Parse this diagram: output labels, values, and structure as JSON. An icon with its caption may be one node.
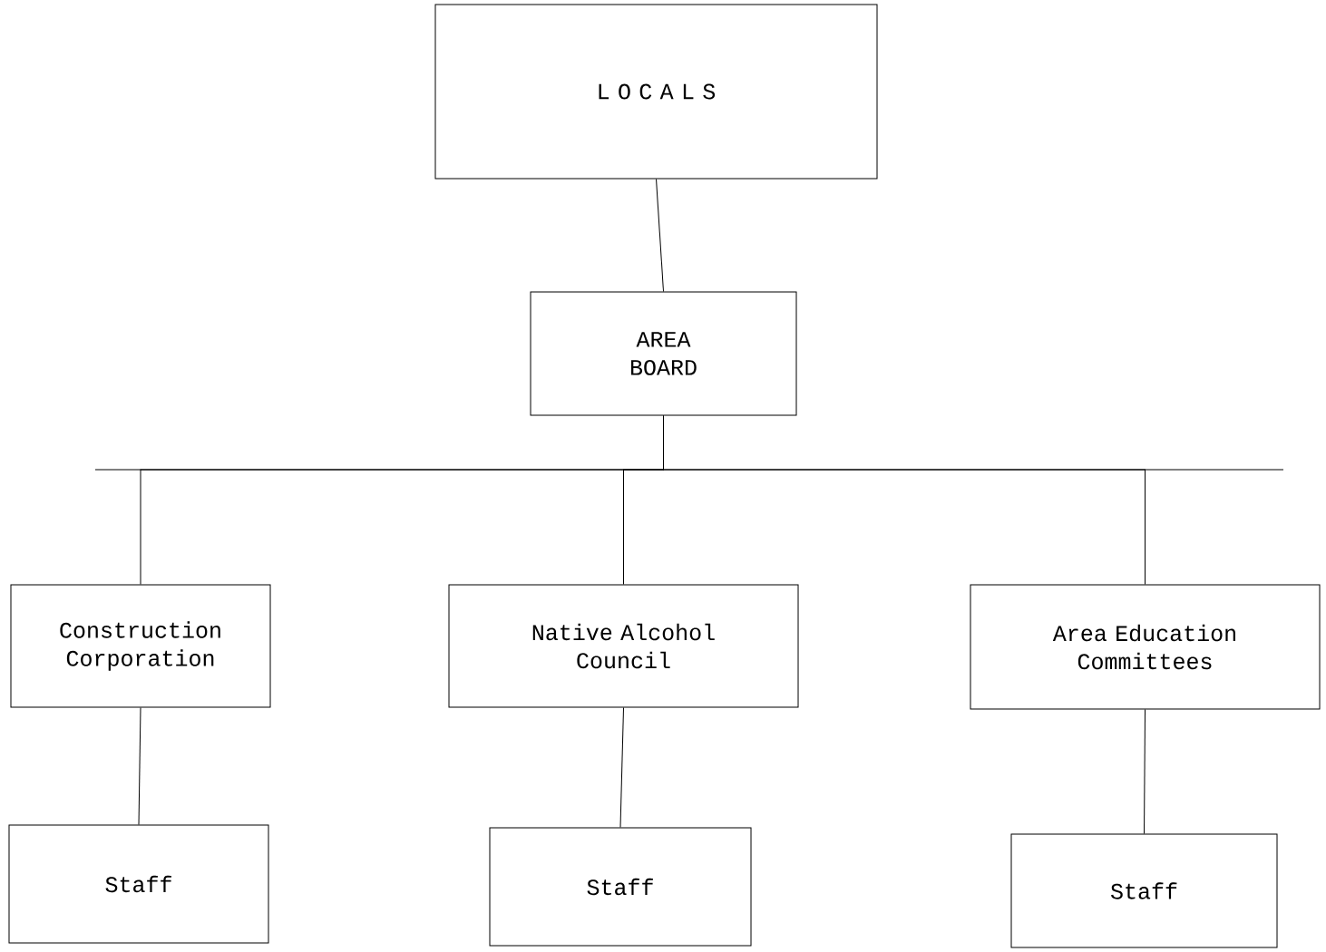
{
  "diagram": {
    "nodes": [
      {
        "text": [
          "L O C A L S"
        ]
      },
      {
        "text": [
          "AREA BOARD"
        ]
      },
      {
        "text": [
          "Construction Corporation"
        ]
      },
      {
        "text": [
          "Native Alcohol Council"
        ]
      },
      {
        "text": [
          "Area Education Committees"
        ]
      },
      {
        "text": [
          "Staff"
        ]
      },
      {
        "text": [
          "Staff"
        ]
      },
      {
        "text": [
          "Staff"
        ]
      }
    ],
    "edges": [
      {
        "from": 0,
        "to": 1,
        "arrow": "none"
      },
      {
        "from": 1,
        "to": 2,
        "arrow": "none"
      },
      {
        "from": 1,
        "to": 3,
        "arrow": "none"
      },
      {
        "from": 1,
        "to": 4,
        "arrow": "none"
      },
      {
        "from": 2,
        "to": 5,
        "arrow": "none"
      },
      {
        "from": 3,
        "to": 6,
        "arrow": "none"
      },
      {
        "from": 4,
        "to": 7,
        "arrow": "none"
      }
    ]
  }
}
